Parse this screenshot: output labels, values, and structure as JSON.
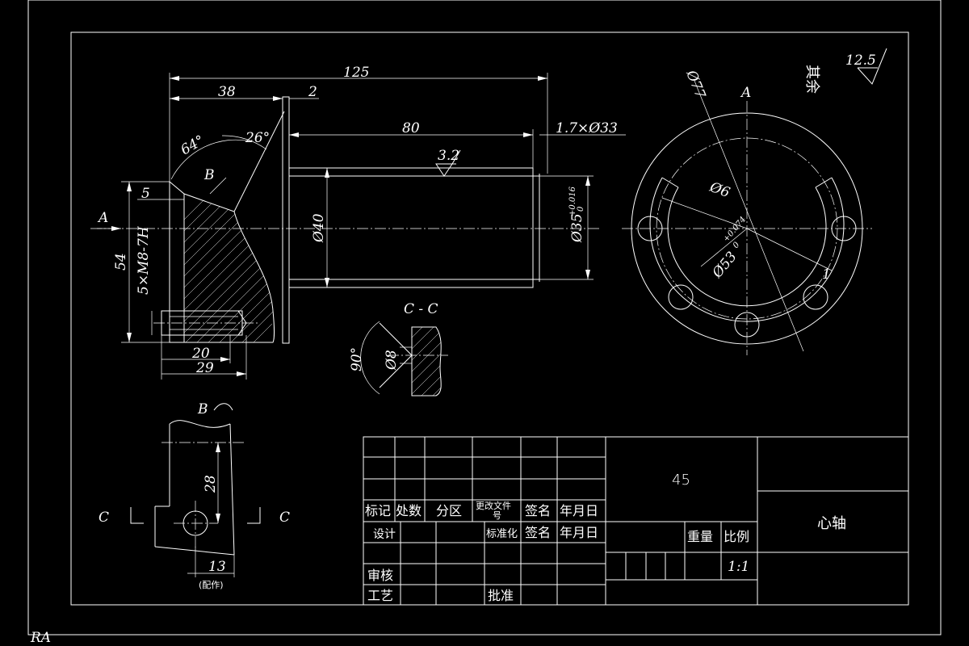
{
  "drawing": {
    "part_name": "心轴",
    "material": "45",
    "scale": "1:1",
    "corner_mark": "RA"
  },
  "roughness": {
    "other": "12.5",
    "other_label": "其余",
    "bore": "3.2"
  },
  "main_view": {
    "dim_total": "125",
    "dim_flange": "38",
    "dim_2": "2",
    "dim_80": "80",
    "dim_groove": "1.7×Ø33",
    "angle_64": "64°",
    "angle_26": "26°",
    "label_B": "B",
    "dim_5": "5",
    "label_A": "A",
    "dim_54": "54",
    "thread": "5×M8-7H",
    "dia_40": "Ø40",
    "dia_35": "Ø35",
    "tol_35_upper": "+0.016",
    "tol_35_lower": "0",
    "dim_20": "20",
    "dim_29": "29"
  },
  "section_cc": {
    "title": "C - C",
    "angle": "90°",
    "dia": "Ø8"
  },
  "detail_b": {
    "label": "B",
    "dim_28": "28",
    "dim_13": "13",
    "note": "(配作)",
    "cut_left": "C",
    "cut_right": "C"
  },
  "end_view": {
    "label_A": "A",
    "dia_77": "Ø77",
    "dia_6": "Ø6",
    "dia_53": "Ø53",
    "tol_53_upper": "+0.074",
    "tol_53_lower": "0",
    "angle_1": "1"
  },
  "title_block": {
    "h_mark": "标记",
    "h_count": "处数",
    "h_zone": "分区",
    "h_change_1": "更改文件",
    "h_change_2": "号",
    "h_sign": "签名",
    "h_date": "年月日",
    "r_design": "设计",
    "r_standard": "标准化",
    "r_sign": "签名",
    "r_date": "年月日",
    "r_review": "审核",
    "r_process": "工艺",
    "r_approve": "批准",
    "weight": "重量",
    "ratio": "比例"
  }
}
